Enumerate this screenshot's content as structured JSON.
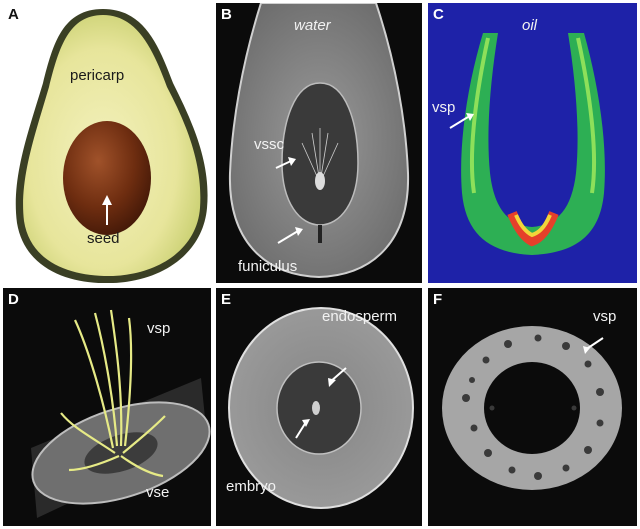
{
  "panels": {
    "a": {
      "letter": "A",
      "label_pericarp": "pericarp",
      "label_seed": "seed"
    },
    "b": {
      "letter": "B",
      "title": "water",
      "label_vssc": "vssc",
      "label_funiculus": "funiculus"
    },
    "c": {
      "letter": "C",
      "title": "oil",
      "label_vsp": "vsp"
    },
    "d": {
      "letter": "D",
      "label_vsp": "vsp",
      "label_vse": "vse"
    },
    "e": {
      "letter": "E",
      "label_endosperm": "endosperm",
      "label_embryo": "embryo"
    },
    "f": {
      "letter": "F",
      "label_vsp": "vsp"
    }
  },
  "colors": {
    "pericarp_flesh": "#e9e7a0",
    "avocado_skin": "#3a3f24",
    "seed_brown": "#6b2e12",
    "mri_gray": "#8a8a8a",
    "oil_background": "#1e22a8",
    "oil_signal": "#2fbf4a",
    "vascular_yellow": "#e6ea86"
  }
}
